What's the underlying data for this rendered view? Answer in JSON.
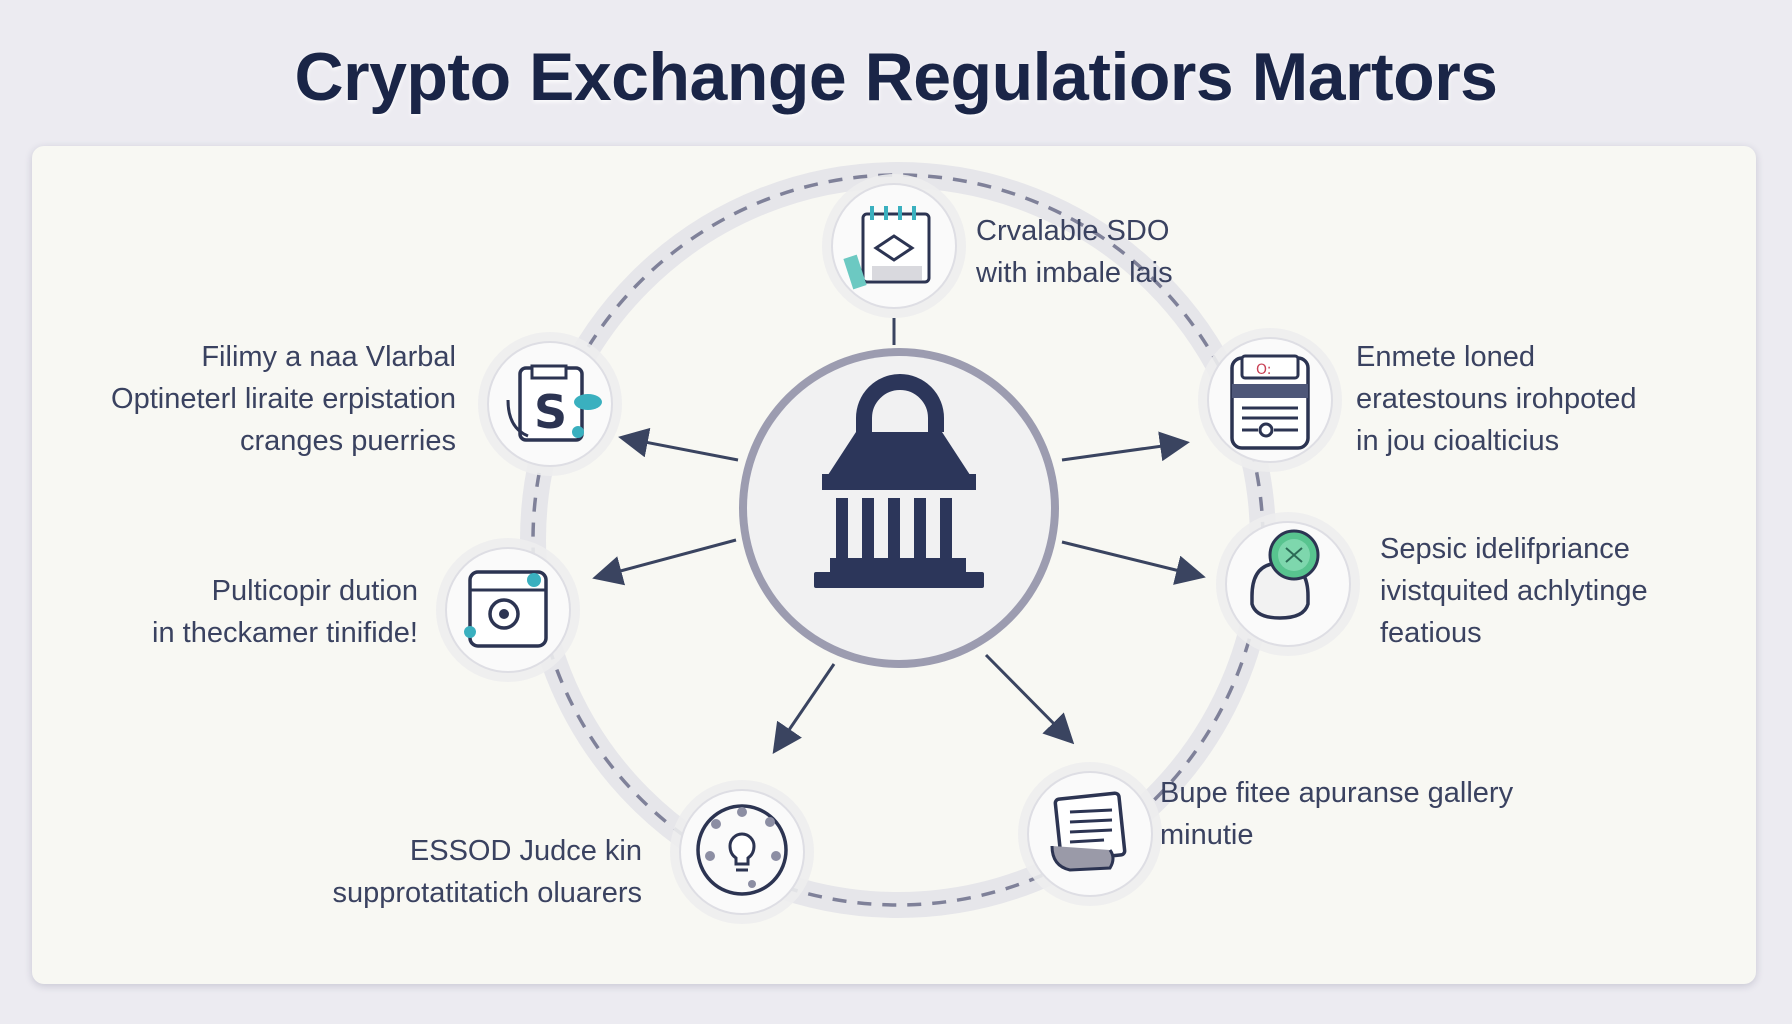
{
  "title": "Crypto Exchange Regulatiors Martors",
  "center": {
    "icon": "bank-lock-icon"
  },
  "nodes": [
    {
      "id": "top",
      "icon": "notepad-icon",
      "lines": [
        "Crvalable SDO",
        "with imbale lais"
      ]
    },
    {
      "id": "right-upper",
      "icon": "id-card-icon",
      "lines": [
        "Enmete loned",
        "eratestouns irohpoted",
        "in jou cioalticius"
      ]
    },
    {
      "id": "right-middle",
      "icon": "security-user-icon",
      "lines": [
        "Sepsic idelifpriance",
        "ivistquited achlytinge",
        "featious"
      ]
    },
    {
      "id": "bottom-right",
      "icon": "document-list-icon",
      "lines": [
        "Bupe fitee apuranse gallery",
        "minutie"
      ]
    },
    {
      "id": "bottom-left",
      "icon": "lightbulb-network-icon",
      "lines": [
        "ESSOD Judce kin",
        "supprotatitatich oluarers"
      ]
    },
    {
      "id": "left-middle",
      "icon": "browser-window-icon",
      "lines": [
        "Pulticopir dution",
        "in theckamer tinifide!"
      ]
    },
    {
      "id": "left-upper",
      "icon": "dollar-document-icon",
      "lines": [
        "Filimy a naa Vlarbal",
        "Optineterl liraite erpistation",
        "cranges puerries"
      ]
    }
  ]
}
